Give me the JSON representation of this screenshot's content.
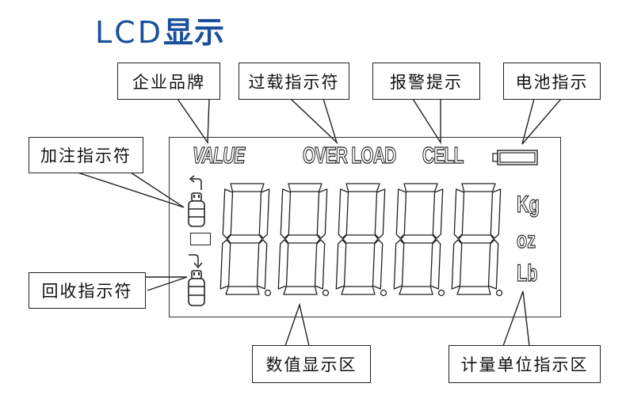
{
  "title": {
    "latin": "LCD",
    "cn": "显示"
  },
  "colors": {
    "title": "#1a4f9c",
    "line": "#222222",
    "background": "#ffffff"
  },
  "callouts": {
    "brand": "企业品牌",
    "overload": "过载指示符",
    "alarm": "报警提示",
    "battery": "电池指示",
    "charge": "加注指示符",
    "recover": "回收指示符",
    "digits": "数值显示区",
    "units": "计量单位指示区"
  },
  "lcd": {
    "brand_logo": "VALUE",
    "overload_text": "OVER LOAD",
    "cell_text": "CELL",
    "battery_icon": "battery-icon",
    "charge_icon": "refrigerant-tank-charge-icon",
    "recover_icon": "refrigerant-tank-recover-icon",
    "digit_count": 5,
    "digit_display": "8.8.8.8.8.",
    "units": [
      "Kg",
      "oz",
      "Lb"
    ]
  }
}
